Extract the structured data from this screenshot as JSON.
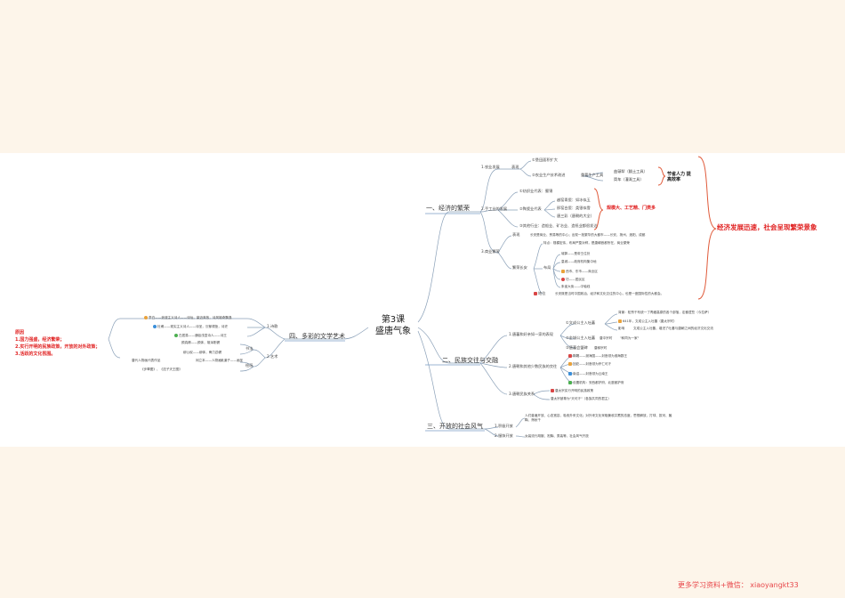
{
  "center": {
    "line1": "第3课",
    "line2": "盛唐气象"
  },
  "b1": {
    "title": "一、经济的繁荣",
    "agri": "1.农业发展",
    "agri_biaoxian": "表现",
    "agri_a": "①垦田面积扩大",
    "agri_b": "②农业生产技术改进",
    "agri_tools": "重要生产工具",
    "tool1": "曲辕犁（翻土工具）",
    "tool2": "筒车（灌溉工具）",
    "tool_note": "节省人力 提高效率",
    "craft": "2.手工业的发展",
    "craft_a": "①纺织业代表：蜀锦",
    "craft_b": "②陶瓷业代表",
    "craft_b1": "越窑青瓷：如冰似玉",
    "craft_b2": "邢窑白瓷：类银似雪",
    "craft_b3": "唐三彩（唐朝的大全）",
    "craft_c": "③其他行业：造船业、矿冶业、造纸业都很发达",
    "craft_note": "规模大、工艺精、门类多",
    "comm": "3.商业繁荣",
    "comm_a1": "表现",
    "comm_a2": "长安是商业、贸易等的中心；出现一批繁华的大都市——长安、扬州、洛阳、成都",
    "comm_b": "繁荣长安",
    "comm_b1": "特点：规模宏伟，布局严整对称，是唐朝首都所在，商业繁荣",
    "comm_c": "布局",
    "comm_c1": "城郭——是帝王住处",
    "comm_c2": "皇城——政府机构集中地",
    "comm_c3": "西市、东市——商业区",
    "comm_c4": "坊——居民区",
    "comm_c5": "朱雀大街——中轴线",
    "comm_d": "地位",
    "comm_d1": "长安既是当时中国政治、经济和文化交往的中心，也是一座国际性的大都会。",
    "summary": "经济发展迅速，社会呈现繁荣景象"
  },
  "b2": {
    "title": "二、民族交往与交融",
    "a": "1.唐蕃和好亲如一家的表现",
    "a1": "①文成公主入吐蕃",
    "a1a": "背景：松赞干布统一了青藏高原的各个部落，定都逻些（今拉萨）",
    "a1b": "641年，文成公主入吐蕃（唐太宗时）",
    "a1c": "影响",
    "a1c1": "文成公主入吐蕃，增进了吐蕃与唐朝之间的经济文化交流",
    "a2": "②金城公主入吐蕃",
    "a2a": "唐中宗时",
    "a2b": "\"和同为一家\"",
    "a3": "③唐蕃会盟碑",
    "a3a": "唐穆宗时",
    "b": "2.唐朝和其他少数民族的交往",
    "b1": "靺鞨——渤海国——封首领为渤海郡王",
    "b2": "回纥——封首领为怀仁可汗",
    "b3": "南诏——封首领为云南王",
    "b4": "设置机构：安西都护府、北庭都护府",
    "c": "3.唐朝民族关系",
    "c1": "唐太宗实行开明的民族政策",
    "c2": "唐太宗被尊为\"天可汗\"（各族共同的君主）"
  },
  "b3": {
    "title": "三、开放的社会风气",
    "a": "1.积极开放",
    "a1": "人们普遍开放、心态宽容，吸收外来文化；对外来文化采取兼收并蓄的态度，思想解放，打球、拔河、蹴鞠、荡秋千",
    "b": "2.服饰开放",
    "b1": "女装流行胡服、袒胸、男装等，社会风气开放"
  },
  "b4": {
    "title": "四、多彩的文学艺术",
    "poetry": "1.诗歌",
    "p1": "李白——浪漫主义诗人——诗仙，豪迈奔放，诗风雄奇飘逸",
    "p2": "杜甫——现实主义诗人——诗圣，沉郁顿挫，诗史",
    "p3": "白居易——通俗浅显诗人——诗王",
    "art": "2.艺术",
    "calli": "书法",
    "calli1": "颜真卿——颜体，雄浑刚健",
    "calli2": "柳公权——柳体，骨力劲健",
    "paint": "绘画",
    "paint1": "阎立本——人物画",
    "paint2": "吴道子——画圣",
    "paint3": "唐代人物画代表作品",
    "paint4": "《步辇图》、《送子天王图》"
  },
  "reasons": {
    "head": "原因",
    "r1": "1.国力强盛，经济繁荣；",
    "r2": "2.实行开明的民族政策，开放的对外政策；",
    "r3": "3.活跃的文化氛围。"
  },
  "watermark": "更多学习资料+微信： xiaoyangkt33",
  "colors": {
    "accent": "#e02020",
    "line": "#8aa0b8",
    "bracket": "#e05a3a"
  }
}
